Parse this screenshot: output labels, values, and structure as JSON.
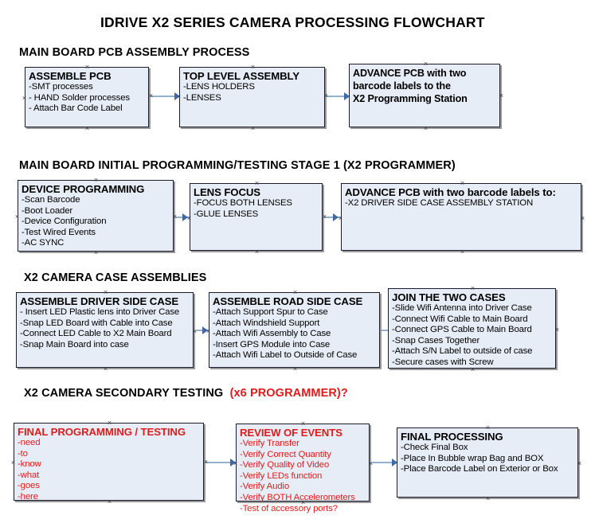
{
  "document": {
    "title": "IDRIVE X2  SERIES CAMERA PROCESSING FLOWCHART"
  },
  "colors": {
    "node_fill": "#e7edf6",
    "node_border": "#1b1b2b",
    "connector_line": "#93b0cd",
    "connector_head": "#3f68a8",
    "accent_red": "#e01b1b",
    "text": "#000000"
  },
  "sections": [
    {
      "id": "main-board-pcb-assembly",
      "heading": "MAIN BOARD PCB ASSEMBLY PROCESS",
      "heading_red": "",
      "nodes": [
        {
          "id": "assemble-pcb",
          "header": "ASSEMBLE PCB",
          "lines": [
            "-SMT processes",
            "- HAND Solder processes",
            "- Attach Bar Code Label"
          ]
        },
        {
          "id": "top-level-assembly",
          "header": "TOP LEVEL ASSEMBLY",
          "lines": [
            "-LENS HOLDERS",
            "-LENSES"
          ]
        },
        {
          "id": "advance-pcb-x2-programming-station",
          "header": "",
          "lines": [
            "ADVANCE PCB with two",
            "barcode labels to the",
            " X2 Programming Station"
          ]
        }
      ]
    },
    {
      "id": "main-board-initial-programming",
      "heading": "MAIN BOARD INITIAL PROGRAMMING/TESTING STAGE 1 (X2 PROGRAMMER)",
      "heading_red": "",
      "nodes": [
        {
          "id": "device-programming",
          "header": "DEVICE PROGRAMMING",
          "lines": [
            "-Scan Barcode",
            "-Boot Loader",
            "-Device Configuration",
            "-Test Wired Events",
            "-AC SYNC"
          ]
        },
        {
          "id": "lens-focus",
          "header": "LENS FOCUS",
          "lines": [
            "-FOCUS BOTH LENSES",
            "-GLUE LENSES"
          ]
        },
        {
          "id": "advance-pcb-driver-side-case",
          "header": "ADVANCE PCB with two barcode labels to:",
          "lines": [
            "-X2 DRIVER  SIDE  CASE  ASSEMBLY STATION"
          ]
        }
      ]
    },
    {
      "id": "x2-camera-case-assemblies",
      "heading": "X2 CAMERA CASE ASSEMBLIES",
      "heading_red": "",
      "nodes": [
        {
          "id": "assemble-driver-side-case",
          "header": "ASSEMBLE DRIVER SIDE CASE",
          "lines": [
            "- Insert LED Plastic lens into Driver Case",
            "-Snap LED Board with Cable into Case",
            "-Connect LED Cable to X2 Main Board",
            "-Snap Main Board into case"
          ]
        },
        {
          "id": "assemble-road-side-case",
          "header": "ASSEMBLE ROAD SIDE CASE",
          "lines": [
            "-Attach Support Spur to Case",
            "-Attach Windshield Support",
            "-Attach Wifi Assembly to Case",
            "-Insert GPS Module into Case",
            "-Attach Wifi Label to Outside of Case"
          ]
        },
        {
          "id": "join-the-two-cases",
          "header": "JOIN THE TWO CASES",
          "lines": [
            "-Slide Wifi Antenna into Driver Case",
            "-Connect Wifi Cable to Main Board",
            "-Connect GPS Cable to Main Board",
            "-Snap Cases Together",
            "-Attach S/N Label to outside of case",
            "-Secure cases with Screw"
          ]
        }
      ]
    },
    {
      "id": "x2-camera-secondary-testing",
      "heading": "X2 CAMERA SECONDARY TESTING",
      "heading_red": "(x6 PROGRAMMER)?",
      "nodes": [
        {
          "id": "final-programming-testing",
          "header": "FINAL PROGRAMMING / TESTING",
          "lines": [
            "-need",
            "-to",
            "-know",
            "-what",
            "-goes",
            "-here"
          ]
        },
        {
          "id": "review-of-events",
          "header": "REVIEW OF EVENTS",
          "lines": [
            "-Verify Transfer",
            "-Verify Correct Quantity",
            "-Verify Quality of Video",
            "-Verify LEDs function",
            "-Verify Audio",
            "-Verify BOTH Accelerometers",
            "-Test of accessory ports?"
          ]
        },
        {
          "id": "final-processing",
          "header": "FINAL PROCESSING",
          "lines": [
            " -Check Final Box",
            "-Place In Bubble wrap Bag and BOX",
            "-Place Barcode Label on Exterior or Box"
          ]
        }
      ]
    }
  ]
}
